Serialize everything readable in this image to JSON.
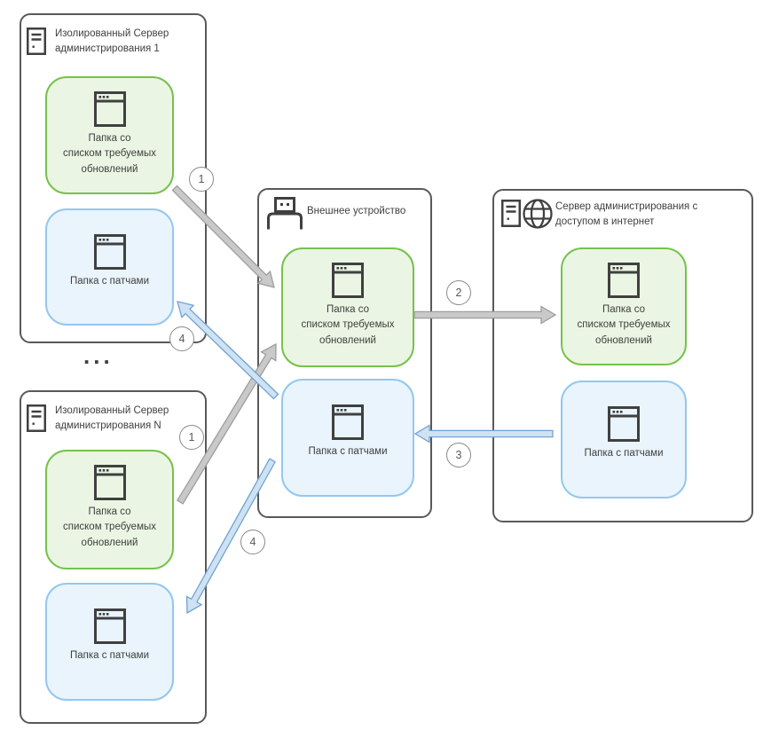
{
  "colors": {
    "container_border": "#595959",
    "green_fill": "#eaf6e3",
    "green_border": "#77c14c",
    "blue_fill": "#e9f4fc",
    "blue_border": "#94c7ee",
    "gray_arrow_fill": "#c9c9c9",
    "gray_arrow_stroke": "#9d9d9d",
    "blue_arrow_fill": "#cfe2f2",
    "blue_arrow_stroke": "#6fa3d4",
    "icon_color": "#404040"
  },
  "containers": {
    "isolated_server_1": {
      "title_line1": "Изолированный Сервер",
      "title_line2": "администрирования 1"
    },
    "isolated_server_n": {
      "title_line1": "Изолированный Сервер",
      "title_line2": "администрирования N"
    },
    "external_device": {
      "title": "Внешнее устройство"
    },
    "internet_server": {
      "title_line1": "Сервер администрирования с",
      "title_line2": "доступом в интернет"
    }
  },
  "folders": {
    "updates": {
      "line1": "Папка со",
      "line2": "списком требуемых",
      "line3": "обновлений"
    },
    "patches": {
      "label": "Папка с патчами"
    }
  },
  "steps": {
    "step1": "1",
    "step2": "2",
    "step3": "3",
    "step4": "4"
  },
  "ellipsis": "..."
}
